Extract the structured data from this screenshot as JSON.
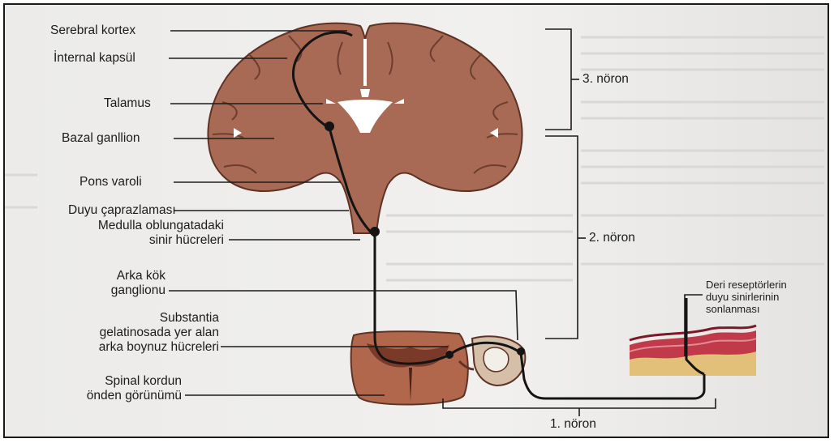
{
  "labels": {
    "serebral_kortex": "Serebral kortex",
    "internal_kapsul": "İnternal kapsül",
    "talamus": "Talamus",
    "bazal_ganglion": "Bazal ganllion",
    "pons_varoli": "Pons varoli",
    "duyu_caprazlamasi": "Duyu çaprazlaması",
    "medulla_line1": "Medulla oblungatadaki",
    "medulla_line2": "sinir hücreleri",
    "arka_kok_line1": "Arka kök",
    "arka_kok_line2": "ganglionu",
    "substantia_line1": "Substantia",
    "substantia_line2": "gelatinosada yer alan",
    "substantia_line3": "arka boynuz hücreleri",
    "spinal_line1": "Spinal kordun",
    "spinal_line2": "önden görünümü",
    "deri_line1": "Deri reseptörlerin",
    "deri_line2": "duyu sinirlerinin",
    "deri_line3": "sonlanması",
    "noron_3": "3. nöron",
    "noron_2": "2. nöron",
    "noron_1": "1. nöron"
  },
  "colors": {
    "brain": "#a86a55",
    "brain_dark": "#8a4e3c",
    "spinal": "#b0674c",
    "skin_top": "#c03a4a",
    "skin_base": "#e2c07a",
    "nerve": "#141414"
  }
}
